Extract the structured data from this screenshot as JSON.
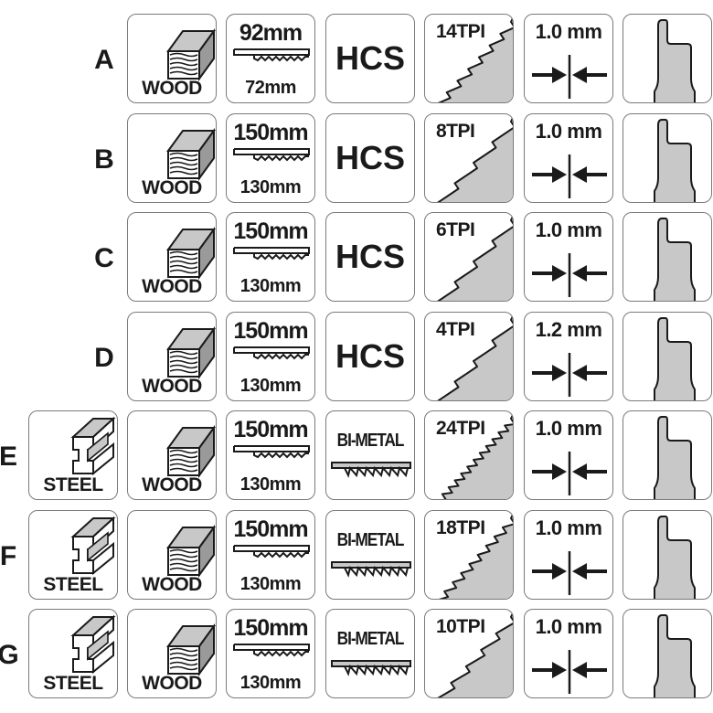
{
  "blades": [
    {
      "label": "A",
      "steel": null,
      "material": "WOOD",
      "length": "92mm",
      "working_length": "72mm",
      "blade_material": "HCS",
      "tpi": "14TPI",
      "thickness": "1.0 mm",
      "teeth": 14
    },
    {
      "label": "B",
      "steel": null,
      "material": "WOOD",
      "length": "150mm",
      "working_length": "130mm",
      "blade_material": "HCS",
      "tpi": "8TPI",
      "thickness": "1.0 mm",
      "teeth": 8
    },
    {
      "label": "C",
      "steel": null,
      "material": "WOOD",
      "length": "150mm",
      "working_length": "130mm",
      "blade_material": "HCS",
      "tpi": "6TPI",
      "thickness": "1.0 mm",
      "teeth": 6
    },
    {
      "label": "D",
      "steel": null,
      "material": "WOOD",
      "length": "150mm",
      "working_length": "130mm",
      "blade_material": "HCS",
      "tpi": "4TPI",
      "thickness": "1.2 mm",
      "teeth": 4
    },
    {
      "label": "E",
      "steel": "STEEL",
      "material": "WOOD",
      "length": "150mm",
      "working_length": "130mm",
      "blade_material": "BI-METAL",
      "tpi": "24TPI",
      "thickness": "1.0 mm",
      "teeth": 24
    },
    {
      "label": "F",
      "steel": "STEEL",
      "material": "WOOD",
      "length": "150mm",
      "working_length": "130mm",
      "blade_material": "BI-METAL",
      "tpi": "18TPI",
      "thickness": "1.0 mm",
      "teeth": 18
    },
    {
      "label": "G",
      "steel": "STEEL",
      "material": "WOOD",
      "length": "150mm",
      "working_length": "130mm",
      "blade_material": "BI-METAL",
      "tpi": "10TPI",
      "thickness": "1.0 mm",
      "teeth": 10
    }
  ],
  "colors": {
    "border": "#7a7a7a",
    "ink": "#1a1a1a",
    "fill": "#c8c8c8"
  },
  "icons": [
    "wood-icon",
    "steel-beam-icon",
    "blade-length-icon",
    "blade-teeth-icon",
    "thickness-arrows-icon",
    "blade-shank-icon"
  ]
}
